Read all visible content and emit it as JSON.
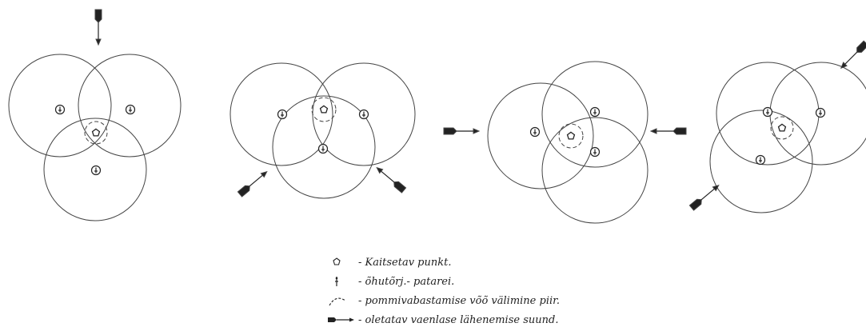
{
  "legend": {
    "items": [
      {
        "symbol": "defended-point-icon",
        "text": "- Kaitsetav punkt."
      },
      {
        "symbol": "battery-icon",
        "text": "- õhutõrj.- patarei."
      },
      {
        "symbol": "bomb-release-line-icon",
        "text": "- pommivabastamise võõ välimine piir."
      },
      {
        "symbol": "attack-direction-arrow-icon",
        "text": "- oletatav vaenlase lähenemise suund."
      }
    ]
  },
  "colors": {
    "ink": "#222222",
    "background": "#ffffff"
  }
}
